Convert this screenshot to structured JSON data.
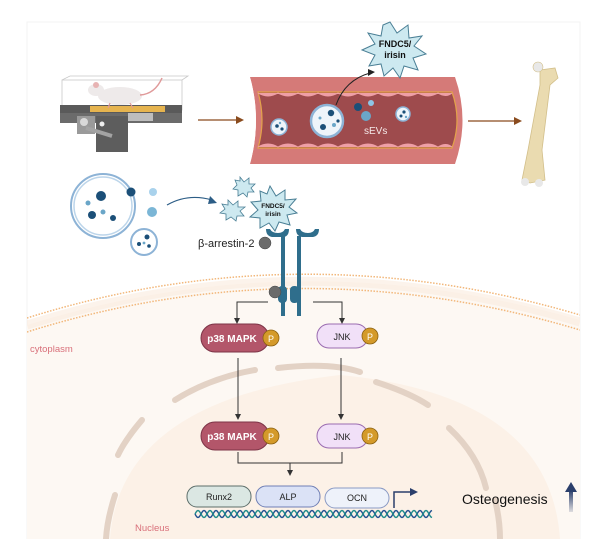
{
  "figure": {
    "top_panel": {
      "irisin_burst_label_line1": "FNDC5/",
      "irisin_burst_label_line2": "irisin",
      "sevs_label": "sEVs"
    },
    "cell_panel": {
      "small_irisin_label_line1": "FNDC5/",
      "small_irisin_label_line2": "irisin",
      "arrestin_label": "β-arrestin-2",
      "cytoplasm_label": "cytoplasm",
      "nucleus_label": "Nucleus",
      "kinases": {
        "p38_top": "p38 MAPK",
        "jnk_top": "JNK",
        "p38_bottom": "p38 MAPK",
        "jnk_bottom": "JNK",
        "phospho": "P"
      },
      "genes": [
        "Runx2",
        "ALP",
        "OCN"
      ],
      "outcome_label": "Osteogenesis"
    },
    "colors": {
      "arrow_brown": "#8a4b1e",
      "vessel_outer": "#d57a78",
      "vessel_inner": "#9e4b4d",
      "p38_fill": "#b3566a",
      "jnk_fill": "#f1e0f8",
      "jnk_stroke": "#9a6bb0",
      "phospho_fill": "#d49a2a",
      "receptor": "#2f6e8c",
      "membrane": "#f2b77a",
      "cell_bg": "#fdf8f3",
      "label_red": "#d9707a",
      "dna_blue": "#1f4f8f",
      "dna_teal": "#1e8a8a",
      "osteo_arrow": "#2b3f6b"
    }
  }
}
